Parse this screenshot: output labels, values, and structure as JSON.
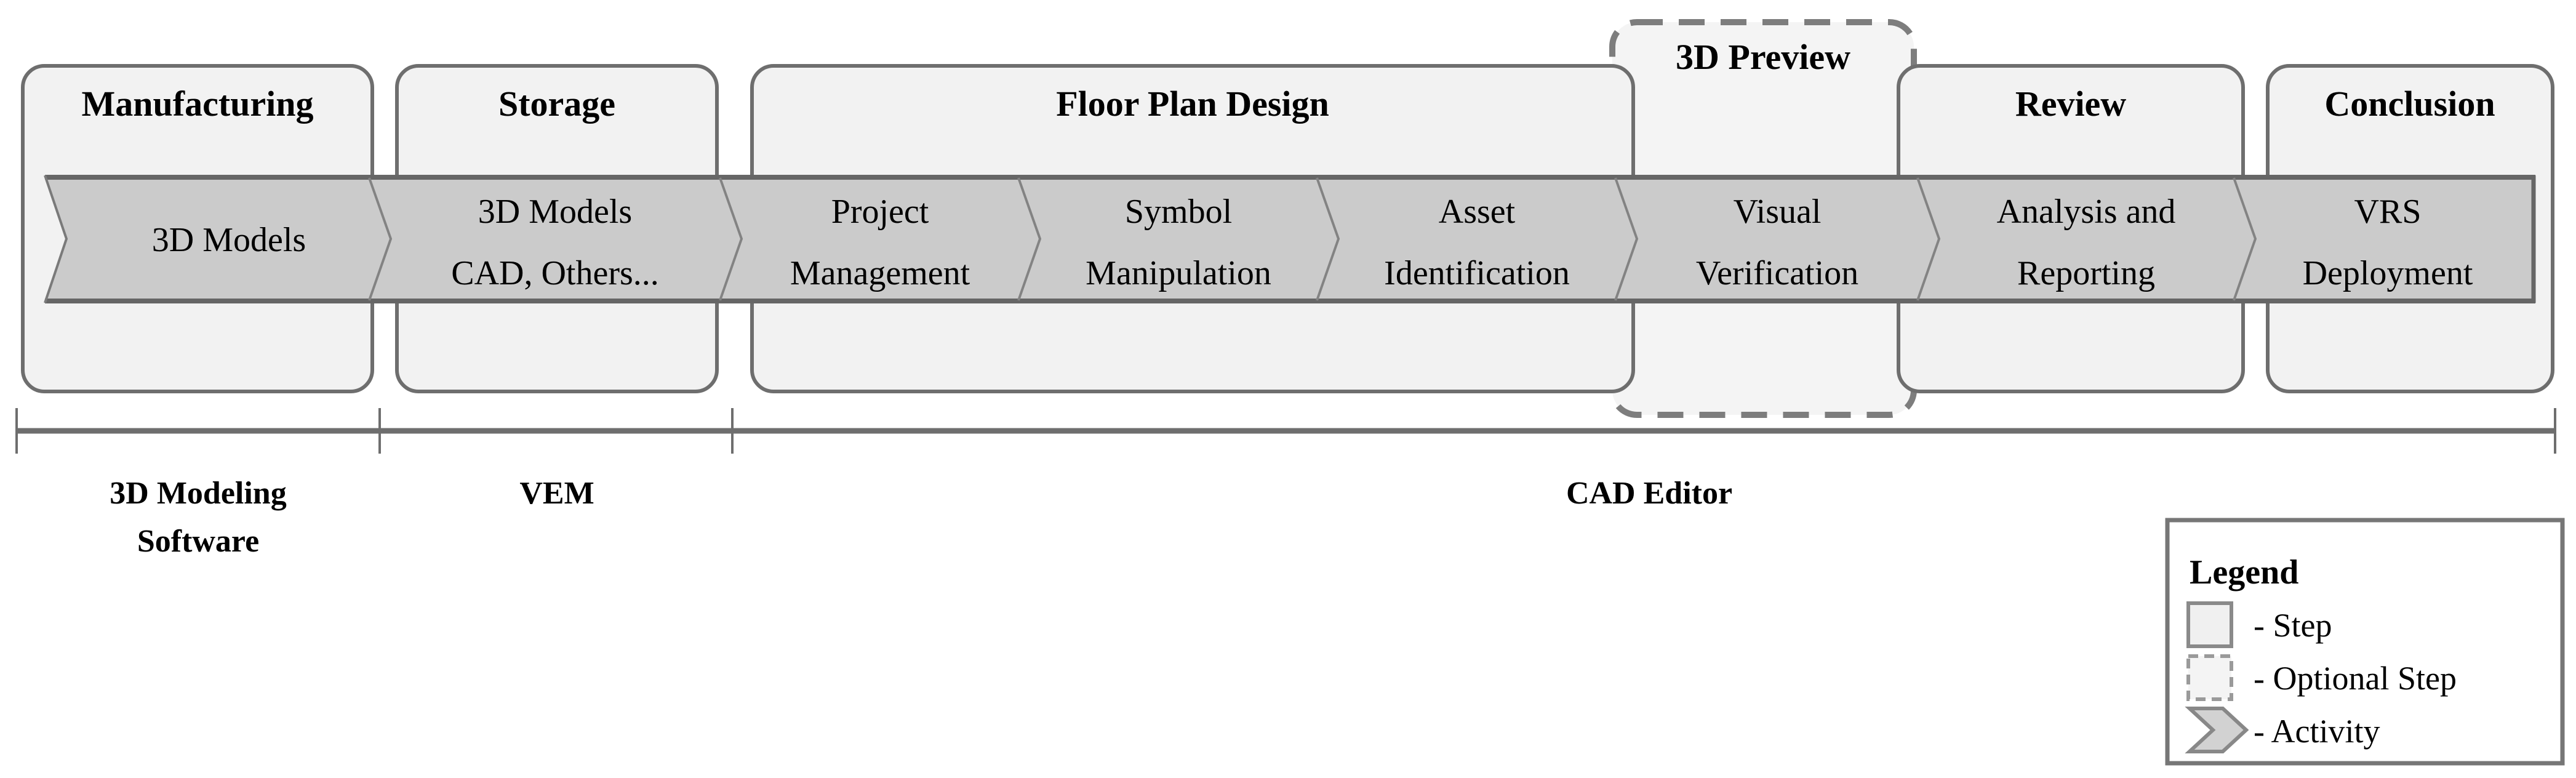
{
  "diagram": {
    "boxes": [
      {
        "label": "Manufacturing",
        "type": "step"
      },
      {
        "label": "Storage",
        "type": "step"
      },
      {
        "label": "Floor Plan Design",
        "type": "step"
      },
      {
        "label": "3D Preview",
        "type": "optional-step"
      },
      {
        "label": "Review",
        "type": "step"
      },
      {
        "label": "Conclusion",
        "type": "step"
      }
    ],
    "activities": [
      {
        "lines": [
          "3D Models"
        ]
      },
      {
        "lines": [
          "3D Models",
          "CAD, Others..."
        ]
      },
      {
        "lines": [
          "Project",
          "Management"
        ]
      },
      {
        "lines": [
          "Symbol",
          "Manipulation"
        ]
      },
      {
        "lines": [
          "Asset",
          "Identification"
        ]
      },
      {
        "lines": [
          "Visual",
          "Verification"
        ]
      },
      {
        "lines": [
          "Analysis and",
          "Reporting"
        ]
      },
      {
        "lines": [
          "VRS",
          "Deployment"
        ]
      }
    ],
    "brackets": [
      {
        "line1": "3D Modeling",
        "line2": "Software"
      },
      {
        "line1": "VEM",
        "line2": ""
      },
      {
        "line1": "CAD Editor",
        "line2": ""
      }
    ],
    "legend": {
      "title": "Legend",
      "items": [
        {
          "icon": "step-swatch",
          "label": "- Step"
        },
        {
          "icon": "optional-step-swatch",
          "label": "- Optional Step"
        },
        {
          "icon": "activity-swatch",
          "label": "- Activity"
        }
      ]
    },
    "colors": {
      "box_fill": "#f2f2f2",
      "box_border": "#6e6e6e",
      "optional_fill": "#f4f4f4",
      "optional_border": "#7d7d7d",
      "band_fill": "#cbcbcb",
      "band_border": "#666666",
      "separator": "#838383",
      "bracket_line": "#6e6e6e",
      "text": "#000000"
    }
  }
}
